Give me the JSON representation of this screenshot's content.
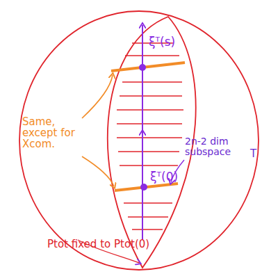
{
  "diagram": {
    "labels": [
      "ξᵀ(s)",
      "2n-2 dim subspace",
      "ξᵀ(0)",
      "Same, except for Xcom.",
      "Ptot fixed to Ptot(0)",
      "T"
    ]
  }
}
